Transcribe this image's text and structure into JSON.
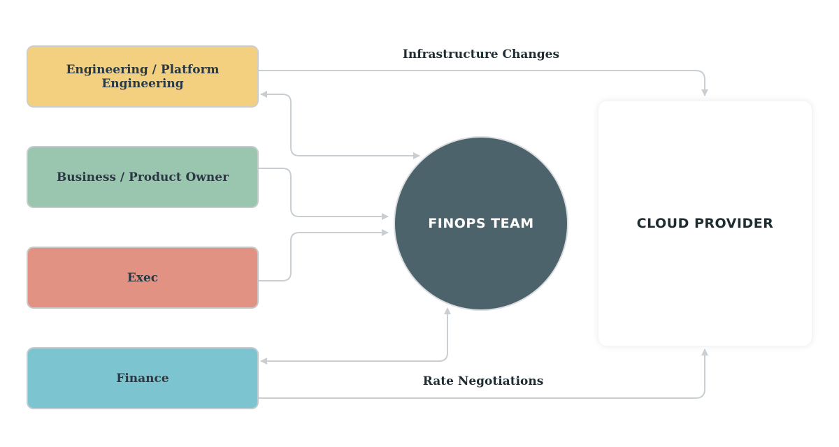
{
  "stakeholders": [
    {
      "label": "Engineering / Platform Engineering",
      "color": "#f3cf80"
    },
    {
      "label": "Business / Product Owner",
      "color": "#9ac6b0"
    },
    {
      "label": "Exec",
      "color": "#e19282"
    },
    {
      "label": "Finance",
      "color": "#7cc4d0"
    }
  ],
  "finops": {
    "label": "FINOPS TEAM",
    "color": "#4d636c"
  },
  "cloud": {
    "label": "CLOUD PROVIDER"
  },
  "edges": {
    "infrastructure_label": "Infrastructure Changes",
    "rate_label": "Rate Negotiations"
  },
  "colors": {
    "connector": "#c9ced2"
  }
}
